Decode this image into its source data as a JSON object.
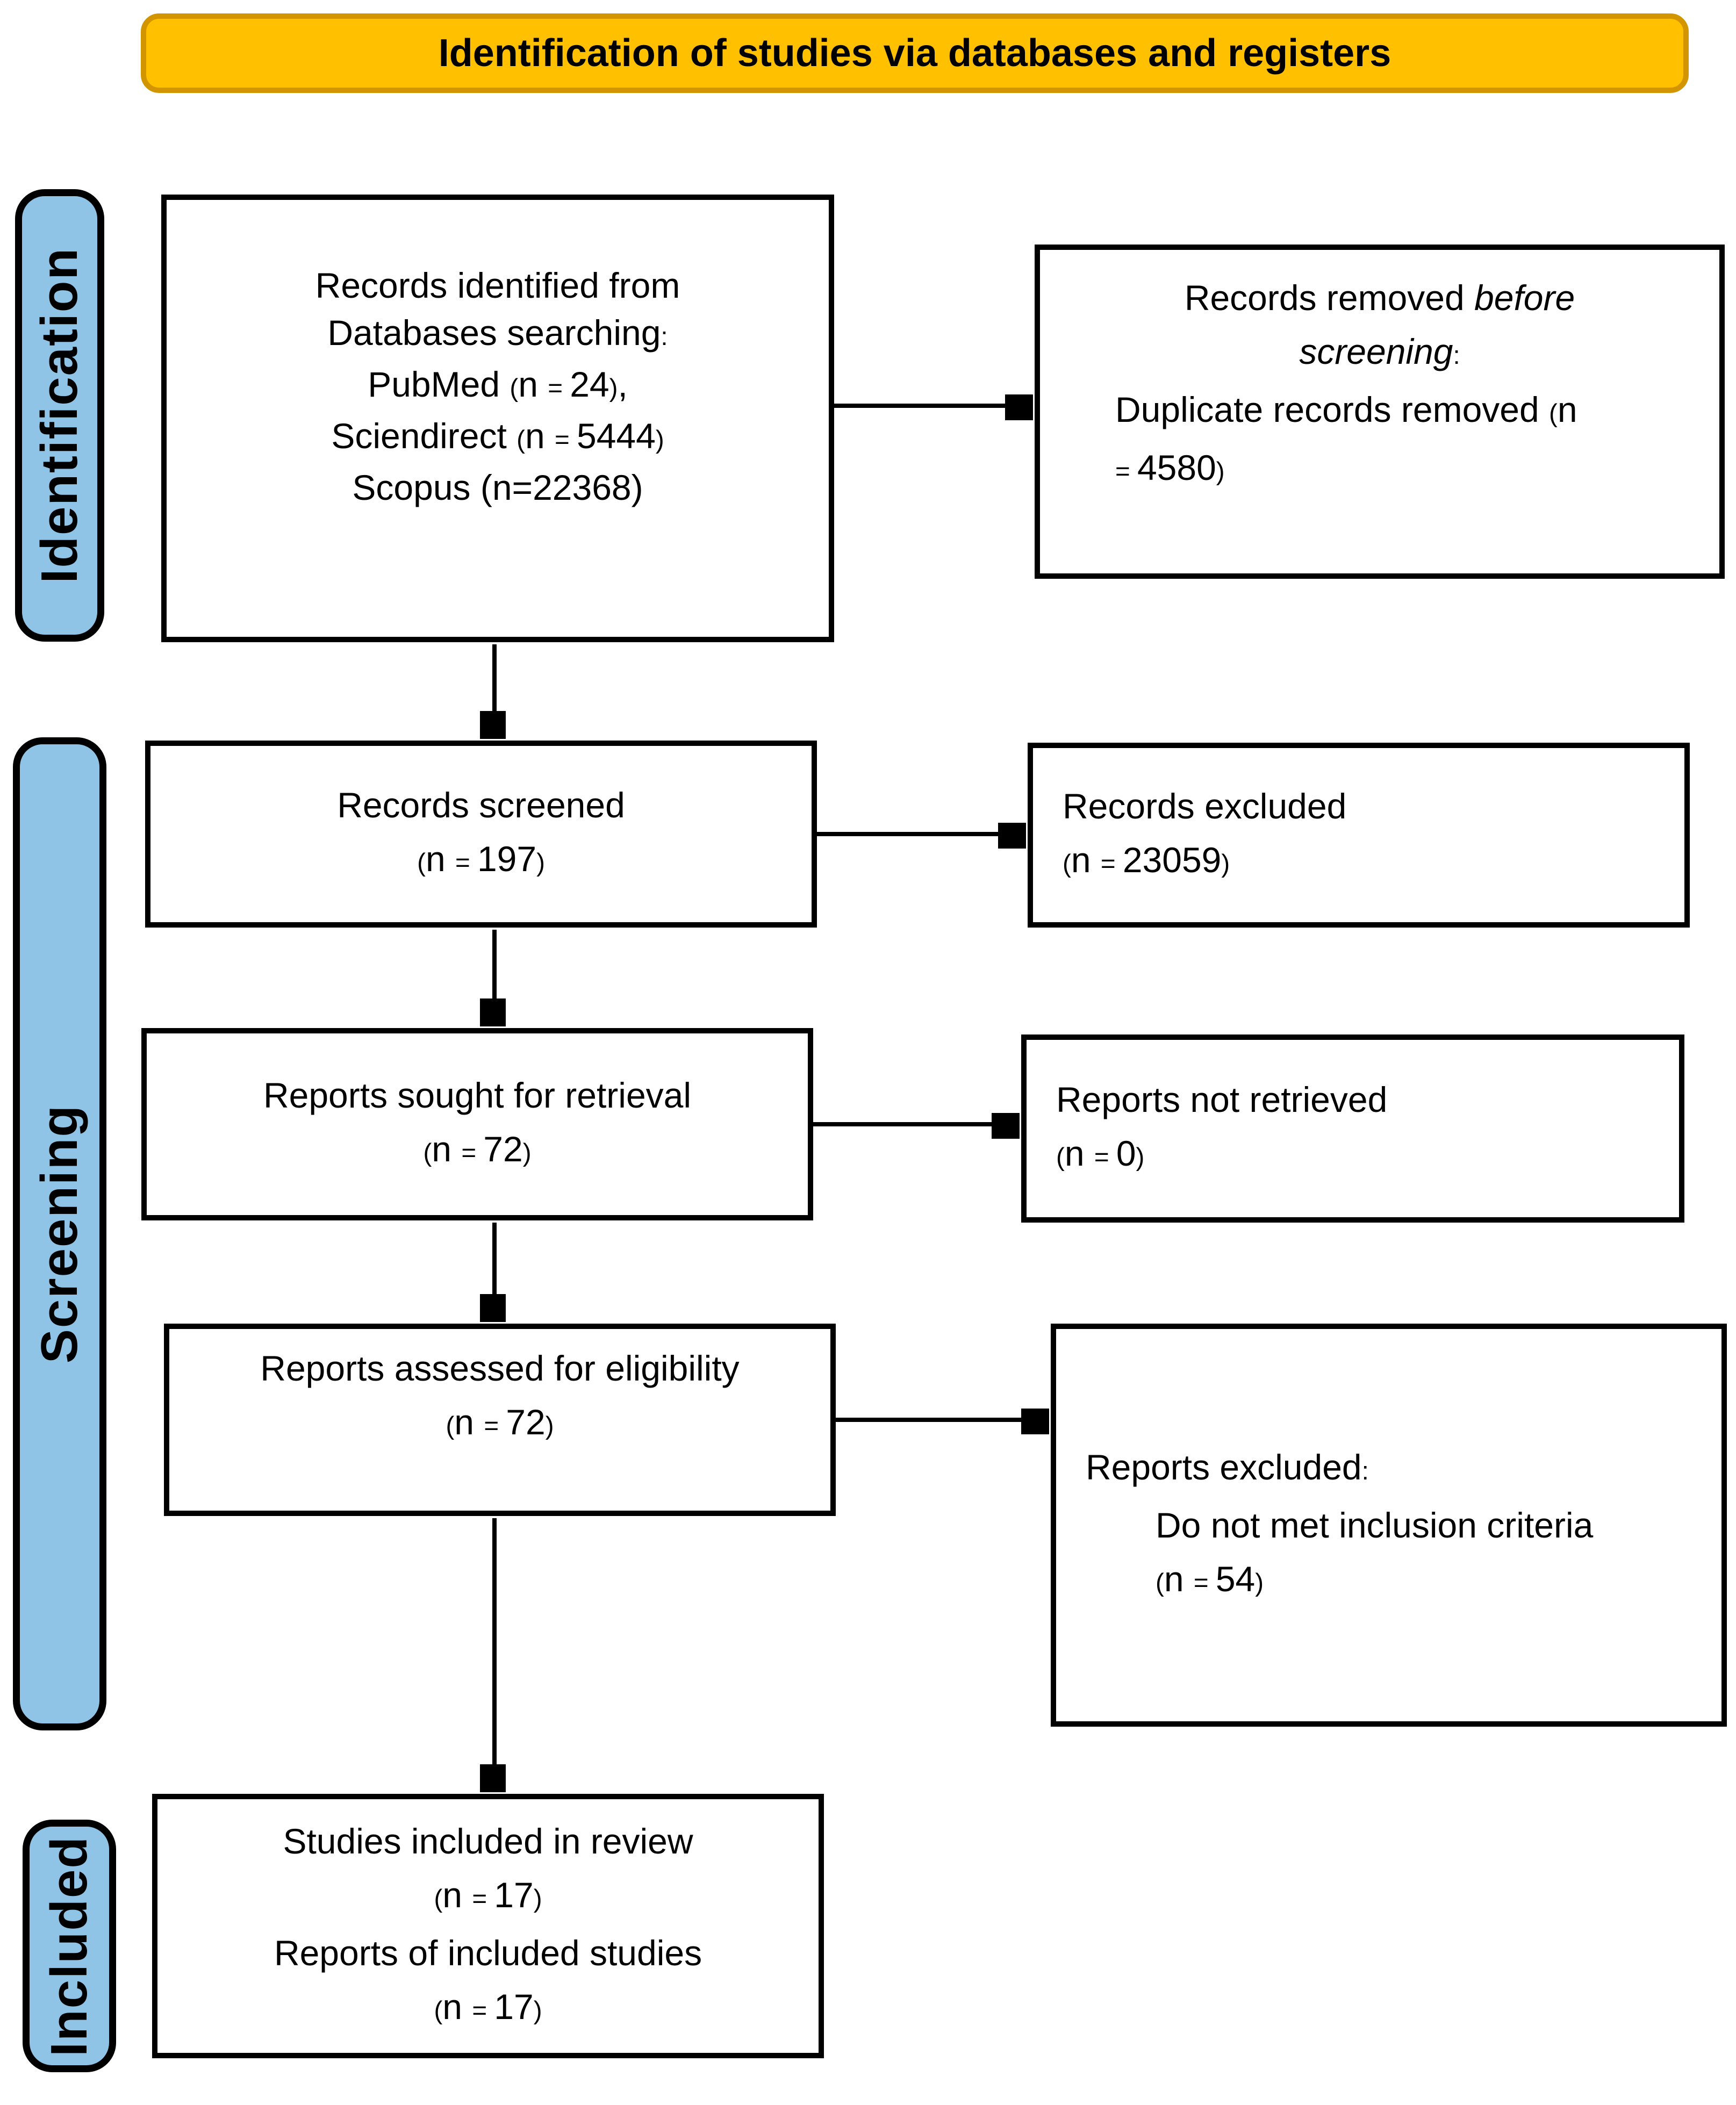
{
  "title": {
    "text": "Identification of studies via databases and registers"
  },
  "sidebar": {
    "labels": [
      {
        "id": "identification",
        "text": "Identification"
      },
      {
        "id": "screening",
        "text": "Screening"
      },
      {
        "id": "included",
        "text": "Included"
      }
    ]
  },
  "colors": {
    "banner_fill": "#FFC000",
    "banner_border": "#D29500",
    "sidebar_fill": "#8FC4E6",
    "box_border": "#000000"
  },
  "boxes": [
    {
      "id": "records-identified",
      "lines": [
        {
          "align": "center",
          "segs": [
            {
              "t": "Records identified from"
            }
          ]
        },
        {
          "align": "center",
          "segs": [
            {
              "t": "Databases searching"
            },
            {
              "t": ":",
              "sm": true
            }
          ]
        },
        {
          "align": "center",
          "segs": [
            {
              "t": "PubMed "
            },
            {
              "t": "(",
              "sm": true
            },
            {
              "t": "n "
            },
            {
              "t": "= ",
              "sm": true
            },
            {
              "t": "24"
            },
            {
              "t": ")",
              "sm": true
            },
            {
              "t": ","
            }
          ]
        },
        {
          "align": "center",
          "segs": [
            {
              "t": "Sciendirect "
            },
            {
              "t": "(",
              "sm": true
            },
            {
              "t": "n "
            },
            {
              "t": "= ",
              "sm": true
            },
            {
              "t": "5444"
            },
            {
              "t": ")",
              "sm": true
            }
          ]
        },
        {
          "align": "center",
          "segs": [
            {
              "t": "Scopus (n=22368)"
            }
          ]
        }
      ]
    },
    {
      "id": "records-removed",
      "lines": [
        {
          "align": "center",
          "segs": [
            {
              "t": "Records removed "
            },
            {
              "t": "before",
              "i": true
            }
          ]
        },
        {
          "align": "center",
          "segs": [
            {
              "t": "screening",
              "i": true
            },
            {
              "t": ":",
              "sm": true
            }
          ]
        },
        {
          "align": "left",
          "segs": [
            {
              "t": "Duplicate records removed "
            },
            {
              "t": "(",
              "sm": true
            },
            {
              "t": "n"
            }
          ]
        },
        {
          "align": "left",
          "segs": [
            {
              "t": "= ",
              "sm": true
            },
            {
              "t": "4580"
            },
            {
              "t": ")",
              "sm": true
            }
          ]
        }
      ]
    },
    {
      "id": "records-screened",
      "lines": [
        {
          "align": "center",
          "segs": [
            {
              "t": "Records screened"
            }
          ]
        },
        {
          "align": "center",
          "segs": [
            {
              "t": "(",
              "sm": true
            },
            {
              "t": "n "
            },
            {
              "t": "= ",
              "sm": true
            },
            {
              "t": "197"
            },
            {
              "t": ")",
              "sm": true
            }
          ]
        }
      ]
    },
    {
      "id": "records-excluded",
      "lines": [
        {
          "align": "left",
          "segs": [
            {
              "t": "Records excluded"
            }
          ]
        },
        {
          "align": "left",
          "segs": [
            {
              "t": "(",
              "sm": true
            },
            {
              "t": "n "
            },
            {
              "t": "= ",
              "sm": true
            },
            {
              "t": "23059"
            },
            {
              "t": ")",
              "sm": true
            }
          ]
        }
      ]
    },
    {
      "id": "reports-sought",
      "lines": [
        {
          "align": "center",
          "segs": [
            {
              "t": "Reports sought for retrieval"
            }
          ]
        },
        {
          "align": "center",
          "segs": [
            {
              "t": "(",
              "sm": true
            },
            {
              "t": "n "
            },
            {
              "t": "= ",
              "sm": true
            },
            {
              "t": "72"
            },
            {
              "t": ")",
              "sm": true
            }
          ]
        }
      ]
    },
    {
      "id": "reports-not-retrieved",
      "lines": [
        {
          "align": "left",
          "segs": [
            {
              "t": "Reports not retrieved"
            }
          ]
        },
        {
          "align": "left",
          "segs": [
            {
              "t": "(",
              "sm": true
            },
            {
              "t": "n "
            },
            {
              "t": "= ",
              "sm": true
            },
            {
              "t": "0"
            },
            {
              "t": ")",
              "sm": true
            }
          ]
        }
      ]
    },
    {
      "id": "reports-assessed",
      "lines": [
        {
          "align": "center",
          "segs": [
            {
              "t": "Reports assessed for eligibility"
            }
          ]
        },
        {
          "align": "center",
          "segs": [
            {
              "t": "(",
              "sm": true
            },
            {
              "t": "n "
            },
            {
              "t": "= ",
              "sm": true
            },
            {
              "t": "72"
            },
            {
              "t": ")",
              "sm": true
            }
          ]
        }
      ]
    },
    {
      "id": "reports-excluded",
      "lines": [
        {
          "align": "left",
          "segs": [
            {
              "t": "Reports excluded"
            },
            {
              "t": ":",
              "sm": true
            }
          ]
        },
        {
          "align": "left",
          "indent": true,
          "segs": [
            {
              "t": "Do not met inclusion criteria"
            }
          ]
        },
        {
          "align": "left",
          "indent": true,
          "segs": [
            {
              "t": "(",
              "sm": true
            },
            {
              "t": "n "
            },
            {
              "t": "= ",
              "sm": true
            },
            {
              "t": "54"
            },
            {
              "t": ")",
              "sm": true
            }
          ]
        }
      ]
    },
    {
      "id": "studies-included",
      "lines": [
        {
          "align": "center",
          "segs": [
            {
              "t": "Studies included in review"
            }
          ]
        },
        {
          "align": "center",
          "segs": [
            {
              "t": "(",
              "sm": true
            },
            {
              "t": "n "
            },
            {
              "t": "= ",
              "sm": true
            },
            {
              "t": "17"
            },
            {
              "t": ")",
              "sm": true
            }
          ]
        },
        {
          "align": "center",
          "segs": [
            {
              "t": "Reports of included studies"
            }
          ]
        },
        {
          "align": "center",
          "segs": [
            {
              "t": "(",
              "sm": true
            },
            {
              "t": "n "
            },
            {
              "t": "= ",
              "sm": true
            },
            {
              "t": "17"
            },
            {
              "t": ")",
              "sm": true
            }
          ]
        }
      ]
    }
  ]
}
